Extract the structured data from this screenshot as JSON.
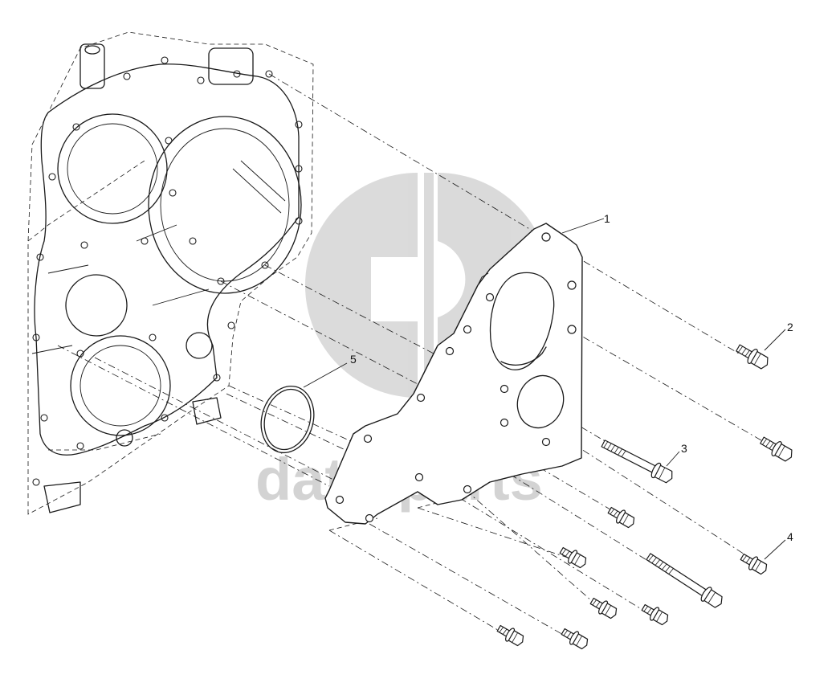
{
  "watermark": {
    "text": "data-parts",
    "color": "#c9c9c9"
  },
  "callouts": [
    {
      "id": "1",
      "label": "1"
    },
    {
      "id": "2",
      "label": "2"
    },
    {
      "id": "3",
      "label": "3"
    },
    {
      "id": "4",
      "label": "4"
    },
    {
      "id": "5",
      "label": "5"
    }
  ],
  "colors": {
    "line": "#1a1a1a",
    "background": "#ffffff"
  }
}
